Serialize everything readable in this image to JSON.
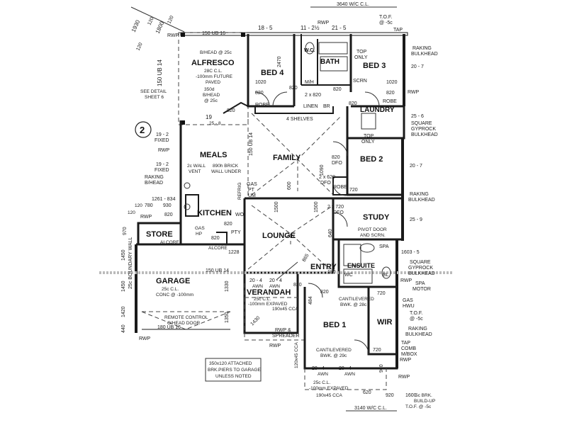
{
  "plan": {
    "rooms": {
      "alfresco": "ALFRESCO",
      "bed4": "BED 4",
      "bed3": "BED 3",
      "bath": "BATH",
      "wc": "W.C.",
      "laundry": "LAUNDRY",
      "family": "FAMILY",
      "meals": "MEALS",
      "bed2": "BED 2",
      "kitchen": "KITCHEN",
      "study": "STUDY",
      "store": "STORE",
      "lounge": "LOUNGE",
      "garage": "GARAGE",
      "entry": "ENTRY",
      "ensuite": "ENSUITE",
      "verandah": "VERANDAH",
      "bed1": "BED 1",
      "wir": "WIR"
    },
    "notes": {
      "alfresco_spec1": "B/HEAD @ 25c",
      "alfresco_spec2": "28C C.L.",
      "alfresco_spec3": "-100mm FUTURE",
      "alfresco_spec4": "PAVED",
      "alfresco_spec5": "350d",
      "alfresco_spec6": "B/HEAD",
      "alfresco_spec7": "@ 25c",
      "see_detail1": "SEE DETAIL",
      "see_detail2": "SHEET 6",
      "fixed1": "19 - 2",
      "fixed1b": "FIXED",
      "fixed2": "19 - 2",
      "fixed2b": "FIXED",
      "raking_bhead": "RAKING",
      "raking_bhead2": "B/HEAD",
      "wall_vent1": "2c WALL",
      "wall_vent2": "VENT",
      "brick_wall1": "890h BRICK",
      "brick_wall2": "WALL UNDER",
      "shelves": "4 SHELVES",
      "linen": "LINEN",
      "br": "BR",
      "robe1": "ROBE",
      "robe2": "ROBE",
      "robe3": "ROBE",
      "top_only1": "TOP",
      "top_only1b": "ONLY",
      "top_only2": "TOP",
      "top_only2b": "ONLY",
      "scrn": "SCRN",
      "mh": "M/H",
      "dfo1": "DFO",
      "dfo2": "DFO",
      "dfo3": "2 x 720",
      "dfo3b": "DFO",
      "gas_pt": "GAS",
      "gas_pt2": "PT",
      "gas_pt3": "UM",
      "refrig": "REFRIG",
      "wo": "WO",
      "gas_hp": "GAS",
      "hp": "HP",
      "pty": "PTY",
      "alcore1": "ALCORE",
      "alcore2": "ALCORE",
      "pivot1": "PIVOT DOOR",
      "pivot2": "AND SCRN.",
      "spa": "SPA",
      "wc2": "WC",
      "bl": "BL",
      "square_bulkhead1": "SQUARE",
      "square_bulkhead2": "GYPROCK",
      "square_bulkhead3": "BULKHEAD",
      "square_bulkhead4": "SQUARE",
      "square_bulkhead5": "GYPROCK",
      "square_bulkhead6": "BULKHEAD",
      "raking_bulkhead1": "RAKING",
      "raking_bulkhead1b": "BULKHEAD",
      "raking_bulkhead2": "RAKING",
      "raking_bulkhead2b": "BULKHEAD",
      "raking_bulkhead3": "RAKING",
      "raking_bulkhead3b": "BULKHEAD",
      "spa_motor1": "SPA",
      "spa_motor2": "MOTOR",
      "gas_hwu1": "GAS",
      "gas_hwu2": "HWU",
      "tof1": "T.O.F.",
      "tof1b": "@ -5c",
      "tof2": "T.O.F.",
      "tof2b": "@ -5c",
      "tof3": "T.O.F. @ -5c",
      "tap": "TAP",
      "tap2": "COMB",
      "tap3": "M/BOX",
      "garage_spec1": "25c C.L.",
      "garage_spec2": "CONC @ -100mm",
      "remote1": "REMOTE CONTROL",
      "remote2": "O/HEAD DOOR",
      "ub_garage": "180 UB 16",
      "ub_lounge": "150 UB 14",
      "ub_top": "150 UB 16",
      "ub_family": "150 UB 14",
      "boundary_wall": "25c BOUNDARY WALL",
      "verandah_spec1": "25c C.L.",
      "verandah_spec2": "-100mm EXPAVED",
      "verandah_spec3": "190x45 CCA",
      "rwp_spreader1": "RWP &",
      "rwp_spreader2": "SPREADER",
      "cantilever1a": "CANTILEVERED",
      "cantilever1b": "BWK. @ 28c",
      "cantilever2a": "CANTILEVERED",
      "cantilever2b": "BWK. @ 29c",
      "attach1": "350x120 ATTACHED",
      "attach2": "BRK.PIERS TO GARAGE",
      "attach3": "UNLESS NOTED",
      "bottom_spec1": "25c C.L.",
      "bottom_spec2": "-100mm EXPAVED",
      "bottom_spec3": "190x45 CCA",
      "brk_buildup1": "5c BRK.",
      "brk_buildup2": "BUILD-UP",
      "brk_buildup3": "T.O.F. @ -5c",
      "wc_cl_top": "3640 W/C C.L.",
      "wc_cl_bottom": "3140 W/C C.L.",
      "awn": "AWN",
      "sheet_number": "2"
    },
    "rwp": [
      "RWP",
      "RWP",
      "RWP",
      "RWP",
      "RWP",
      "RWP",
      "RWP",
      "RWP",
      "RWP",
      "RWP"
    ],
    "dims": {
      "d1930": "1930",
      "d120a": "120",
      "d1800": "1800",
      "d120b": "120",
      "d120c": "120",
      "t18_5": "18 - 5",
      "t11_2": "11 - 2½",
      "t21_5": "21 - 5",
      "tap_top": "TAP",
      "d2470": "2470",
      "d1020a": "1020",
      "d820a": "820",
      "d820b": "820",
      "d820c": "820",
      "d820d": "820",
      "d2x820": "2 x 820",
      "d1020b": "1020",
      "d820e": "820",
      "d20_7a": "20 - 7",
      "d25_6": "25 - 6",
      "d20_7b": "20 - 7",
      "d25_9": "25 - 9",
      "d19": "19",
      "d25_8": "25 - 8",
      "d2x620": "2 x 620",
      "d820f": "820",
      "d1090": "1090",
      "d820g": "820",
      "d720a": "720",
      "d1261": "1261 - 834",
      "d930": "930",
      "d780": "780",
      "d120d": "120",
      "d120e": "120",
      "d820h": "820",
      "d820i": "820",
      "d820j": "820",
      "d970": "970",
      "d1450a": "1450",
      "d1450b": "1450",
      "d1420": "1420",
      "d440": "440",
      "d1228": "1228",
      "d1500a": "1500",
      "d1500b": "1500",
      "d600": "600",
      "d640": "640",
      "d180": "180",
      "d1603": "1603 - 5",
      "d20_4a": "20 - 4",
      "d20_4b": "20 - 4",
      "d20_4c": "20 - 4",
      "d20_4d": "20 - 4",
      "d865": "865",
      "d820k": "820",
      "d1330": "1330",
      "d1350": "1350",
      "d1430": "1430",
      "d820l": "820",
      "d484": "484",
      "d720b": "720",
      "d720c": "720",
      "d1200": "120x45 CCA",
      "d900": "900",
      "d620": "620",
      "d1600": "1600",
      "d920": "920",
      "d150": "150 UB 14",
      "d2470b": "2470"
    }
  }
}
